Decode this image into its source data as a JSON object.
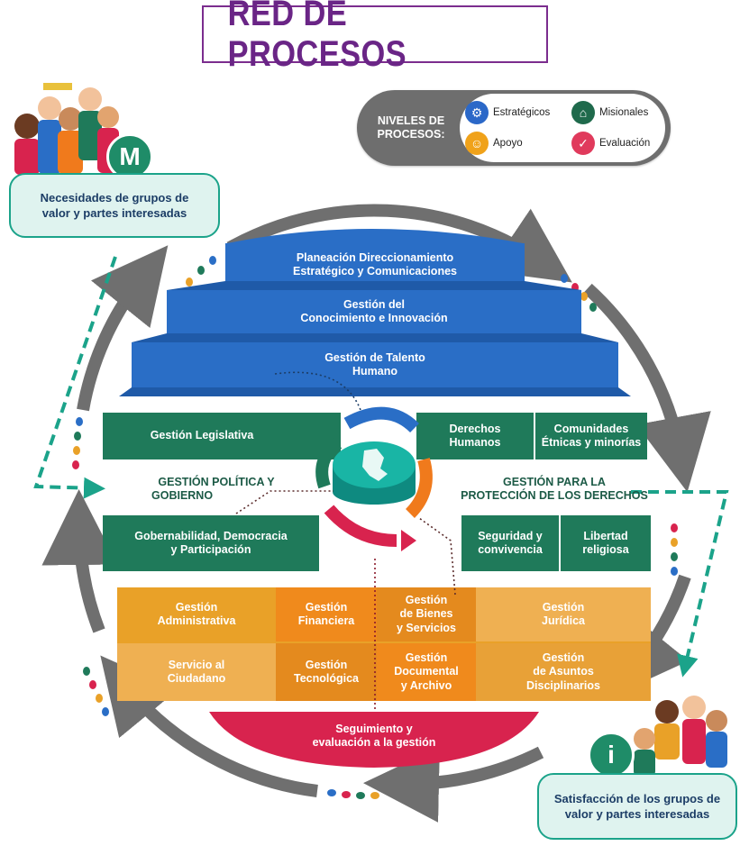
{
  "title": "RED DE PROCESOS",
  "legend": {
    "label_line1": "NIVELES DE",
    "label_line2": "PROCESOS:",
    "items": {
      "estrategicos": {
        "label": "Estratégicos",
        "color": "#2b68c8",
        "icon": "gears-icon"
      },
      "misionales": {
        "label": "Misionales",
        "color": "#1f6a4c",
        "icon": "bank-icon"
      },
      "apoyo": {
        "label": "Apoyo",
        "color": "#f0a21a",
        "icon": "people-icon"
      },
      "evaluacion": {
        "label": "Evaluación",
        "color": "#e03a5c",
        "icon": "clipboard-icon"
      }
    }
  },
  "needs": {
    "line1": "Necesidades de grupos de",
    "line2": "valor y partes interesadas",
    "icon_letter": "M"
  },
  "satisfaction": {
    "line1": "Satisfacción de los grupos de",
    "line2": "valor y partes interesadas",
    "icon_letter": "i"
  },
  "strategic": {
    "s1_line1": "Planeación Direccionamiento",
    "s1_line2": "Estratégico y Comunicaciones",
    "s2_line1": "Gestión del",
    "s2_line2": "Conocimiento e Innovación",
    "s3_line1": "Gestión de Talento",
    "s3_line2": "Humano"
  },
  "missional": {
    "legislativa": "Gestión Legislativa",
    "politica_line1": "GESTIÓN POLÍTICA Y",
    "politica_line2": "GOBIERNO",
    "gobernabilidad_line1": "Gobernabilidad, Democracia",
    "gobernabilidad_line2": "y  Participación",
    "derechos_line1": "Derechos",
    "derechos_line2": "Humanos",
    "comunidades_line1": "Comunidades",
    "comunidades_line2": "Étnicas y minorías",
    "proteccion_line1": "GESTIÓN PARA LA",
    "proteccion_line2": "PROTECCIÓN DE LOS DERECHOS",
    "seguridad_line1": "Seguridad y",
    "seguridad_line2": "convivencia",
    "libertad_line1": "Libertad",
    "libertad_line2": "religiosa"
  },
  "support": {
    "administrativa": [
      "Gestión",
      "Administrativa"
    ],
    "financiera": [
      "Gestión",
      "Financiera"
    ],
    "bienes": [
      "Gestión",
      "de Bienes",
      "y Servicios"
    ],
    "juridica": [
      "Gestión",
      "Jurídica"
    ],
    "ciudadano": [
      "Servicio al",
      "Ciudadano"
    ],
    "tecnologica": [
      "Gestión",
      "Tecnológica"
    ],
    "documental": [
      "Gestión",
      "Documental",
      "y Archivo"
    ],
    "disciplinarios": [
      "Gestión",
      "de Asuntos",
      "Disciplinarios"
    ]
  },
  "evaluation": {
    "line1": "Seguimiento y",
    "line2": "evaluación a la gestión"
  },
  "colors": {
    "blue": "#2a6ec6",
    "green": "#1f7a5a",
    "orange": "#e9a128",
    "red": "#d8234e",
    "arrow": "#6f6f6f"
  }
}
